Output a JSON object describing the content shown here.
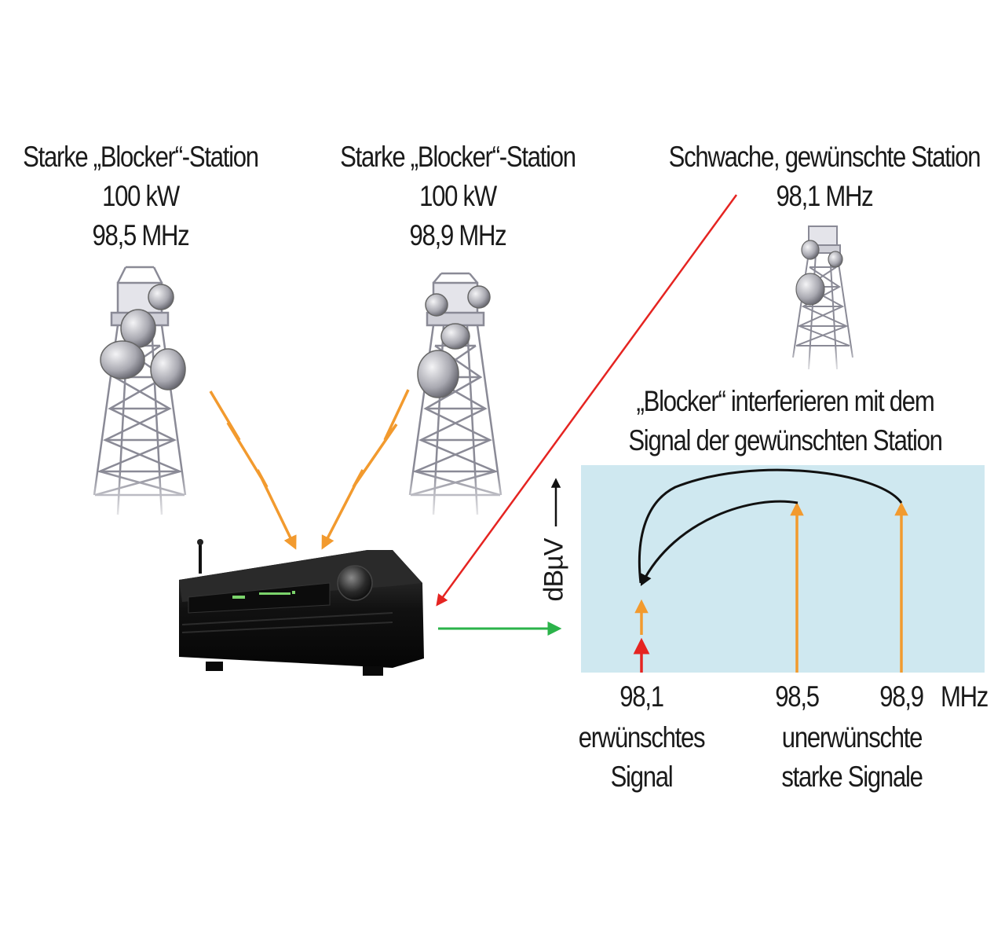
{
  "stations": [
    {
      "label_line1": "Starke „Blocker“-Station",
      "label_line2": "100 kW",
      "label_line3": "98,5 MHz"
    },
    {
      "label_line1": "Starke „Blocker“-Station",
      "label_line2": "100 kW",
      "label_line3": "98,9 MHz"
    },
    {
      "label_line1": "Schwache, gewünschte Station",
      "label_line2": "98,1 MHz"
    }
  ],
  "spectrum": {
    "title_line1": "„Blocker“ interferieren mit dem",
    "title_line2": "Signal der gewünschten Station",
    "y_axis_label": "dBµV",
    "x_unit": "MHz",
    "freqs": [
      "98,1",
      "98,5",
      "98,9"
    ],
    "desired_caption_line1": "erwünschtes",
    "desired_caption_line2": "Signal",
    "blocker_caption_line1": "unerwünschte",
    "blocker_caption_line2": "starke Signale"
  },
  "colors": {
    "blocker_arrow": "#f29a2e",
    "desired_arrow": "#e52421",
    "output_arrow": "#2bb34a",
    "spectrum_bg": "#cfe8f0",
    "interference_arrow": "#111111"
  }
}
